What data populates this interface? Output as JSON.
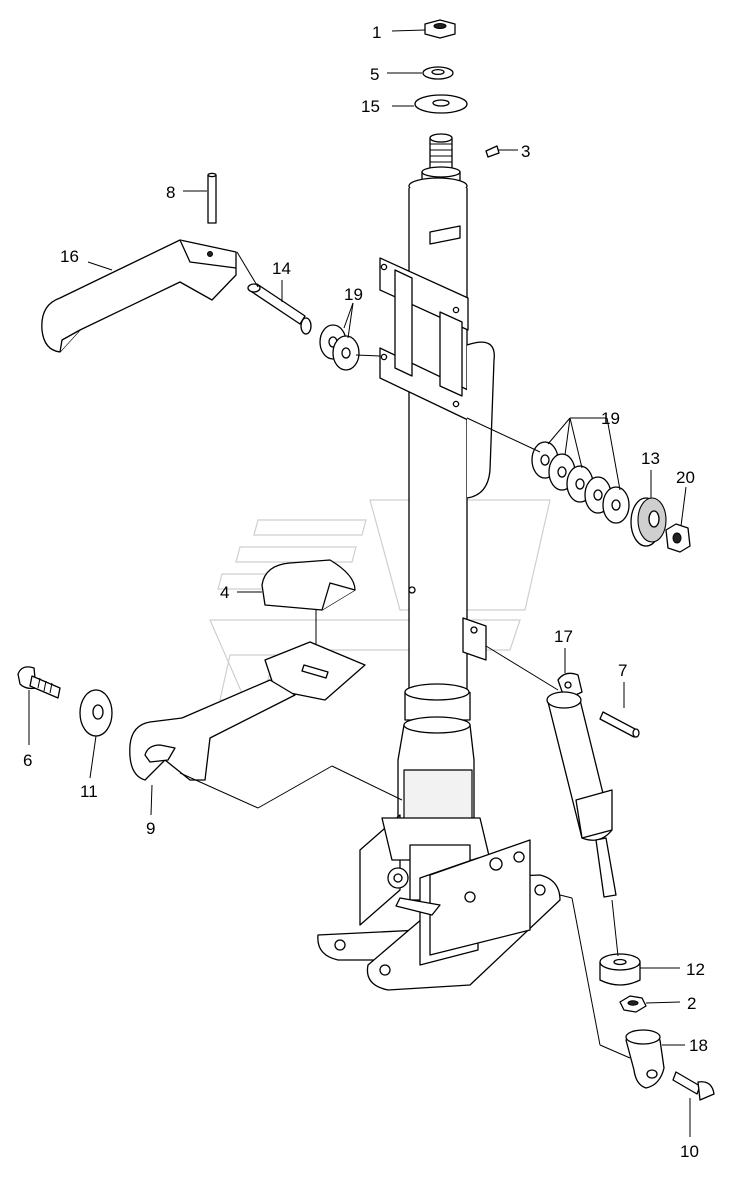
{
  "callouts": [
    {
      "id": "c1",
      "label": "1"
    },
    {
      "id": "c5",
      "label": "5"
    },
    {
      "id": "c15",
      "label": "15"
    },
    {
      "id": "c3",
      "label": "3"
    },
    {
      "id": "c8",
      "label": "8"
    },
    {
      "id": "c16",
      "label": "16"
    },
    {
      "id": "c14",
      "label": "14"
    },
    {
      "id": "c19a",
      "label": "19"
    },
    {
      "id": "c19b",
      "label": "19"
    },
    {
      "id": "c13",
      "label": "13"
    },
    {
      "id": "c20",
      "label": "20"
    },
    {
      "id": "c4",
      "label": "4"
    },
    {
      "id": "c17",
      "label": "17"
    },
    {
      "id": "c7",
      "label": "7"
    },
    {
      "id": "c6",
      "label": "6"
    },
    {
      "id": "c11",
      "label": "11"
    },
    {
      "id": "c9",
      "label": "9"
    },
    {
      "id": "c12",
      "label": "12"
    },
    {
      "id": "c2",
      "label": "2"
    },
    {
      "id": "c18",
      "label": "18"
    },
    {
      "id": "c10",
      "label": "10"
    }
  ],
  "icons": {
    "watermark": "logo-watermark"
  }
}
